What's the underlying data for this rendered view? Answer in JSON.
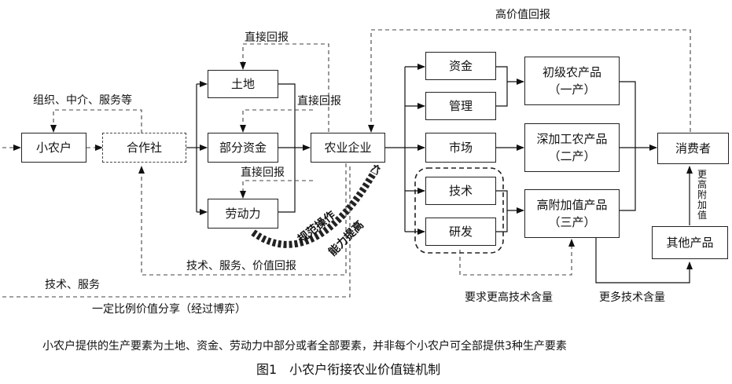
{
  "nodes": {
    "farmer": "小农户",
    "coop": "合作社",
    "land": "土地",
    "capital": "部分资金",
    "labor": "劳动力",
    "enterprise": "农业企业",
    "funds": "资金",
    "mgmt": "管理",
    "market": "市场",
    "tech": "技术",
    "rnd": "研发",
    "primary_l1": "初级农产品",
    "primary_l2": "（一产）",
    "processed_l1": "深加工农产品",
    "processed_l2": "（二产）",
    "highvalue_l1": "高附加值产品",
    "highvalue_l2": "（三产）",
    "consumer": "消费者",
    "other": "其他产品"
  },
  "labels": {
    "high_value_return": "高价值回报",
    "direct_return_1": "直接回报",
    "direct_return_2": "直接回报",
    "direct_return_3": "直接回报",
    "org_services": "组织、中介、服务等",
    "tech_service_value_return": "技术、服务、价值回报",
    "tech_services": "技术、服务",
    "share": "一定比例价值分享（经过博弈）",
    "standard_op": "规范操作",
    "capability": "能力提高",
    "higher_tech": "要求更高技术含量",
    "more_tech": "更多技术含量",
    "more_value_added": "更高附加值"
  },
  "caption": "小农户提供的生产要素为土地、资金、劳动力中部分或者全部要素，并非每个小农户可全部提供3种生产要素",
  "figure_title": "图1　小农户衔接农业价值链机制"
}
